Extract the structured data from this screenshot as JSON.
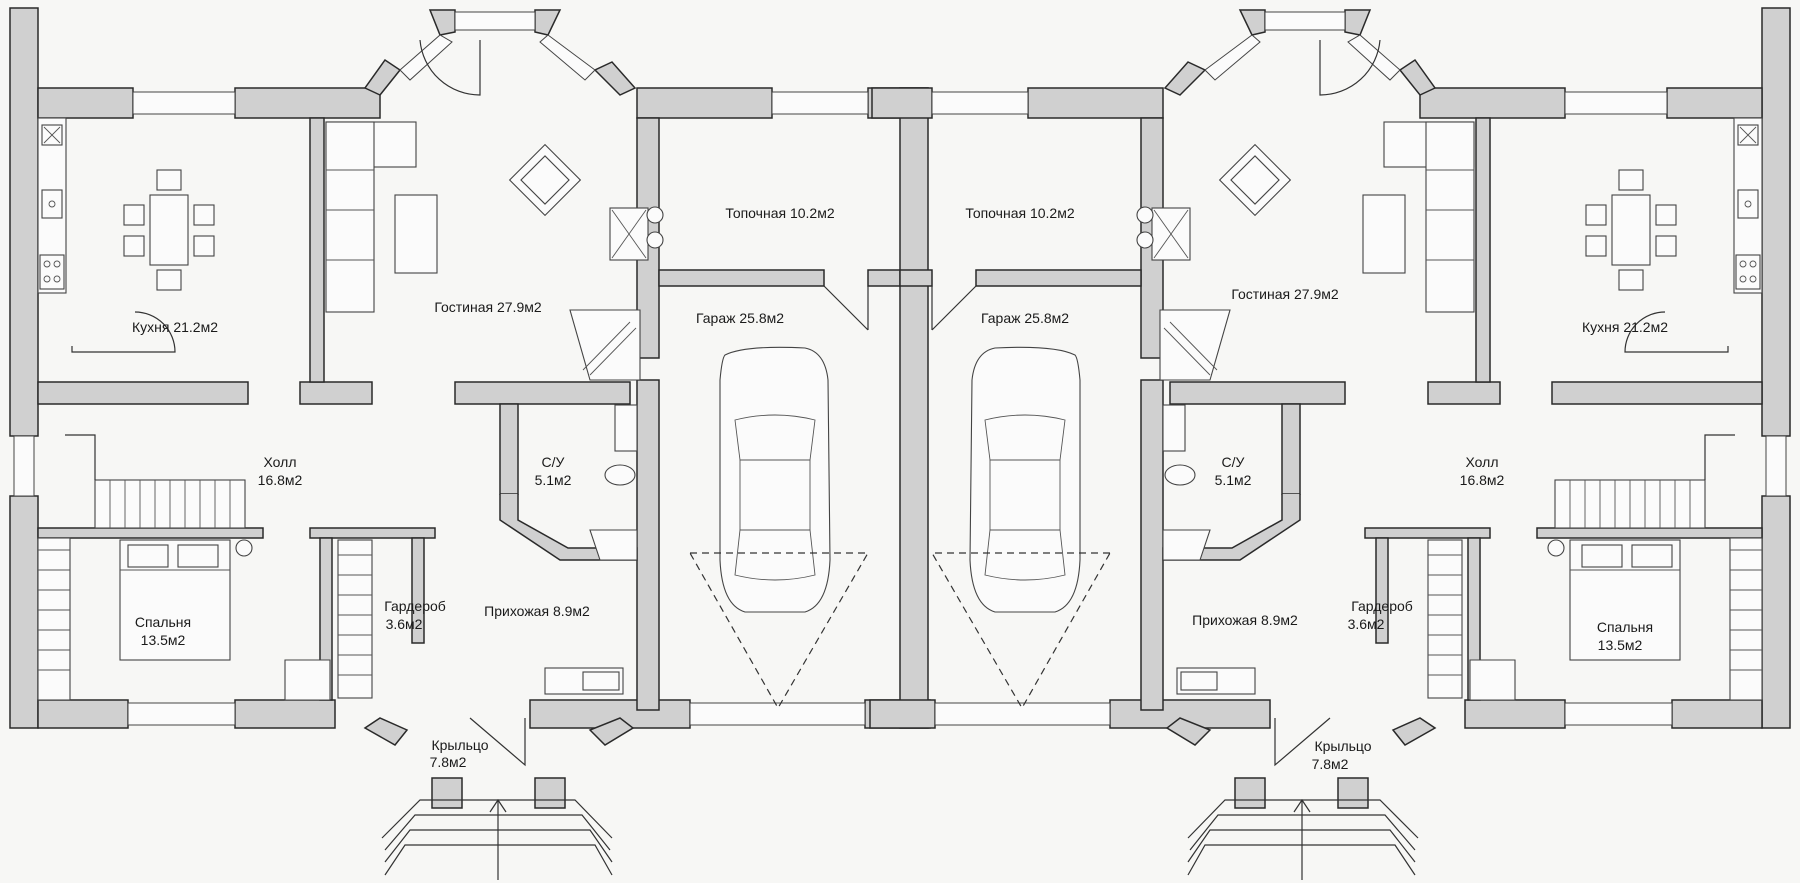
{
  "plan": {
    "unit_left": {
      "kitchen": {
        "name": "Кухня",
        "area": "21.2м2"
      },
      "living": {
        "name": "Гостиная",
        "area": "27.9м2"
      },
      "boiler": {
        "name": "Топочная",
        "area": "10.2м2"
      },
      "garage": {
        "name": "Гараж",
        "area": "25.8м2"
      },
      "hall": {
        "name": "Холл",
        "area": "16.8м2"
      },
      "wc": {
        "name": "С/У",
        "area": "5.1м2"
      },
      "bedroom": {
        "name": "Спальня",
        "area": "13.5м2"
      },
      "wardrobe": {
        "name": "Гардероб",
        "area": "3.6м2"
      },
      "entry": {
        "name": "Прихожая",
        "area": "8.9м2"
      },
      "porch": {
        "name": "Крыльцо",
        "area": "7.8м2"
      }
    },
    "unit_right": {
      "kitchen": {
        "name": "Кухня",
        "area": "21.2м2"
      },
      "living": {
        "name": "Гостиная",
        "area": "27.9м2"
      },
      "boiler": {
        "name": "Топочная",
        "area": "10.2м2"
      },
      "garage": {
        "name": "Гараж",
        "area": "25.8м2"
      },
      "hall": {
        "name": "Холл",
        "area": "16.8м2"
      },
      "wc": {
        "name": "С/У",
        "area": "5.1м2"
      },
      "bedroom": {
        "name": "Спальня",
        "area": "13.5м2"
      },
      "wardrobe": {
        "name": "Гардероб",
        "area": "3.6м2"
      },
      "entry": {
        "name": "Прихожая",
        "area": "8.9м2"
      },
      "porch": {
        "name": "Крыльцо",
        "area": "7.8м2"
      }
    }
  }
}
